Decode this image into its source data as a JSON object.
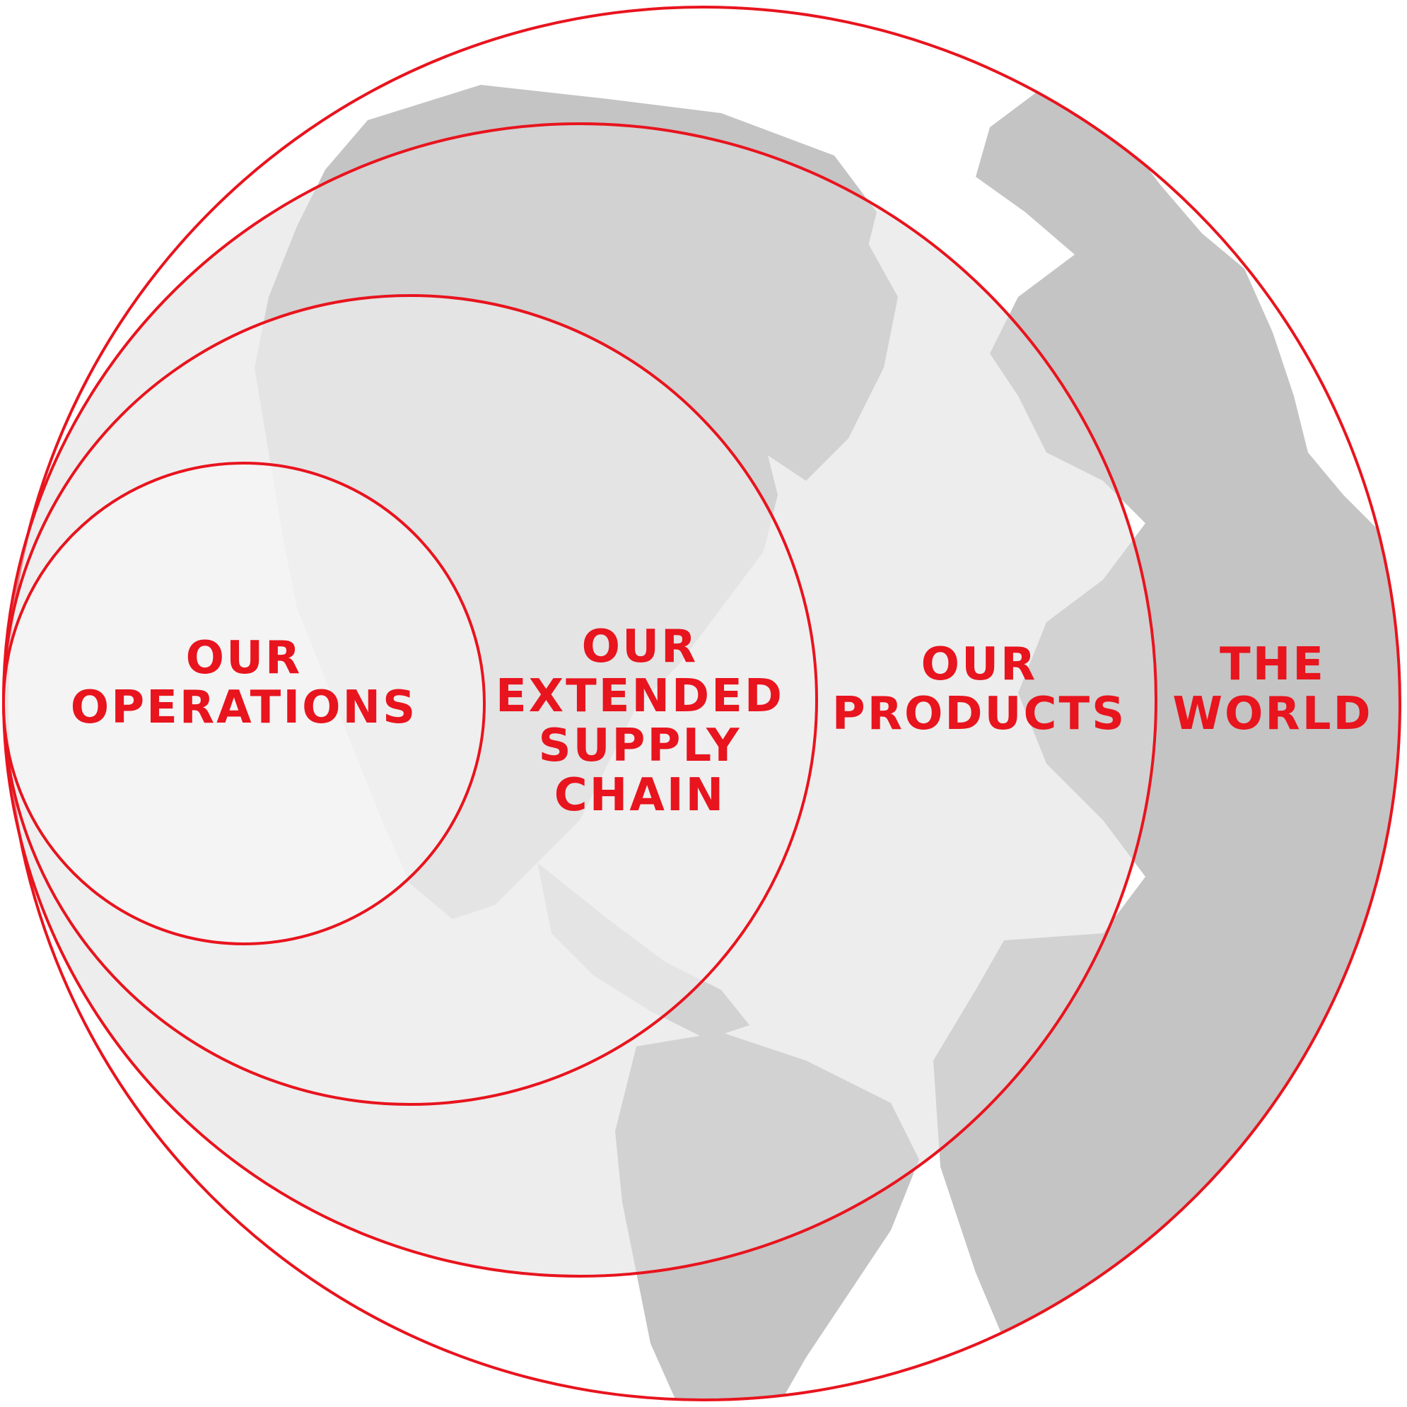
{
  "diagram": {
    "rings": [
      {
        "id": "operations",
        "lines": [
          "OUR",
          "OPERATIONS"
        ]
      },
      {
        "id": "supply_chain",
        "lines": [
          "OUR",
          "EXTENDED",
          "SUPPLY",
          "CHAIN"
        ]
      },
      {
        "id": "products",
        "lines": [
          "OUR",
          "PRODUCTS"
        ]
      },
      {
        "id": "world",
        "lines": [
          "THE",
          "WORLD"
        ]
      }
    ]
  },
  "colors": {
    "accent": "#e8141e",
    "globe_land": "#c4c4c4",
    "ring_fill_outer": "#dedede",
    "ring_fill_inner": "#f0f0f0",
    "ring_fill_core": "#f7f7f7"
  }
}
